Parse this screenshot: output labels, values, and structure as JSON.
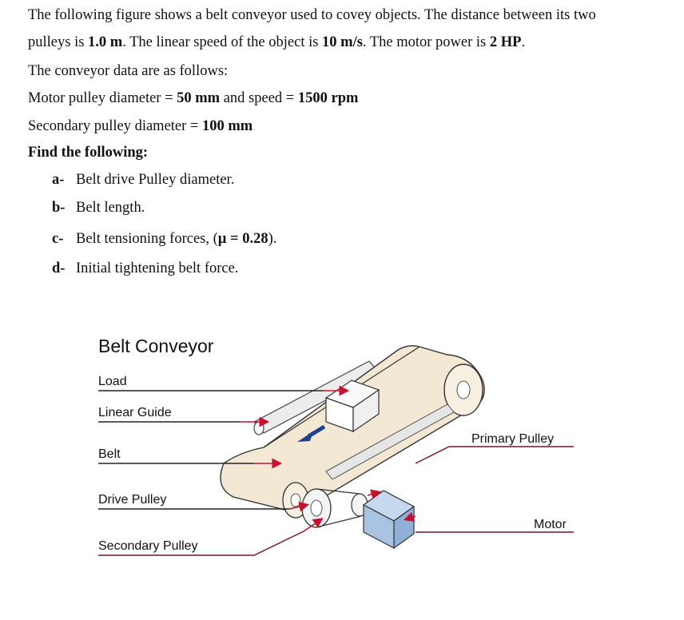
{
  "problem": {
    "line1": {
      "text": "The following figure shows a belt conveyor used to covey objects. The distance between its two"
    },
    "line2": {
      "pre": "pulleys is ",
      "distance": "1.0 m",
      "mid1": ". The linear speed of the object is ",
      "speed": "10 m/s",
      "mid2": ". The motor power is ",
      "power": "2 HP",
      "post": "."
    },
    "line3": {
      "text": "The conveyor data are as follows:"
    },
    "line4": {
      "pre": "Motor pulley diameter = ",
      "diameter": "50 mm",
      "mid": " and speed = ",
      "rpm": "1500 rpm"
    },
    "line5": {
      "pre": "Secondary pulley diameter = ",
      "diameter": "100 mm"
    },
    "find_heading": "Find the following:",
    "items": [
      {
        "label": "a-",
        "text": "Belt drive Pulley diameter."
      },
      {
        "label": "b-",
        "text": "Belt length."
      },
      {
        "label": "c-",
        "pre": "Belt tensioning forces, (",
        "mu": "µ = 0.28",
        "post": ")."
      },
      {
        "label": "d-",
        "text": "Initial tightening belt force."
      }
    ]
  },
  "figure": {
    "title": "Belt Conveyor",
    "labels": {
      "load": "Load",
      "linear_guide": "Linear Guide",
      "belt": "Belt",
      "drive_pulley": "Drive Pulley",
      "secondary_pulley": "Secondary Pulley",
      "primary_pulley": "Primary Pulley",
      "motor": "Motor"
    },
    "colors": {
      "belt_fill": "#f3e8d4",
      "guide_fill": "#e6e6e6",
      "motor_fill": "#a9c4e2",
      "arrow_red": "#c8102e",
      "arrow_blue": "#1f3f8f",
      "leader_red": "#7a1224"
    }
  }
}
